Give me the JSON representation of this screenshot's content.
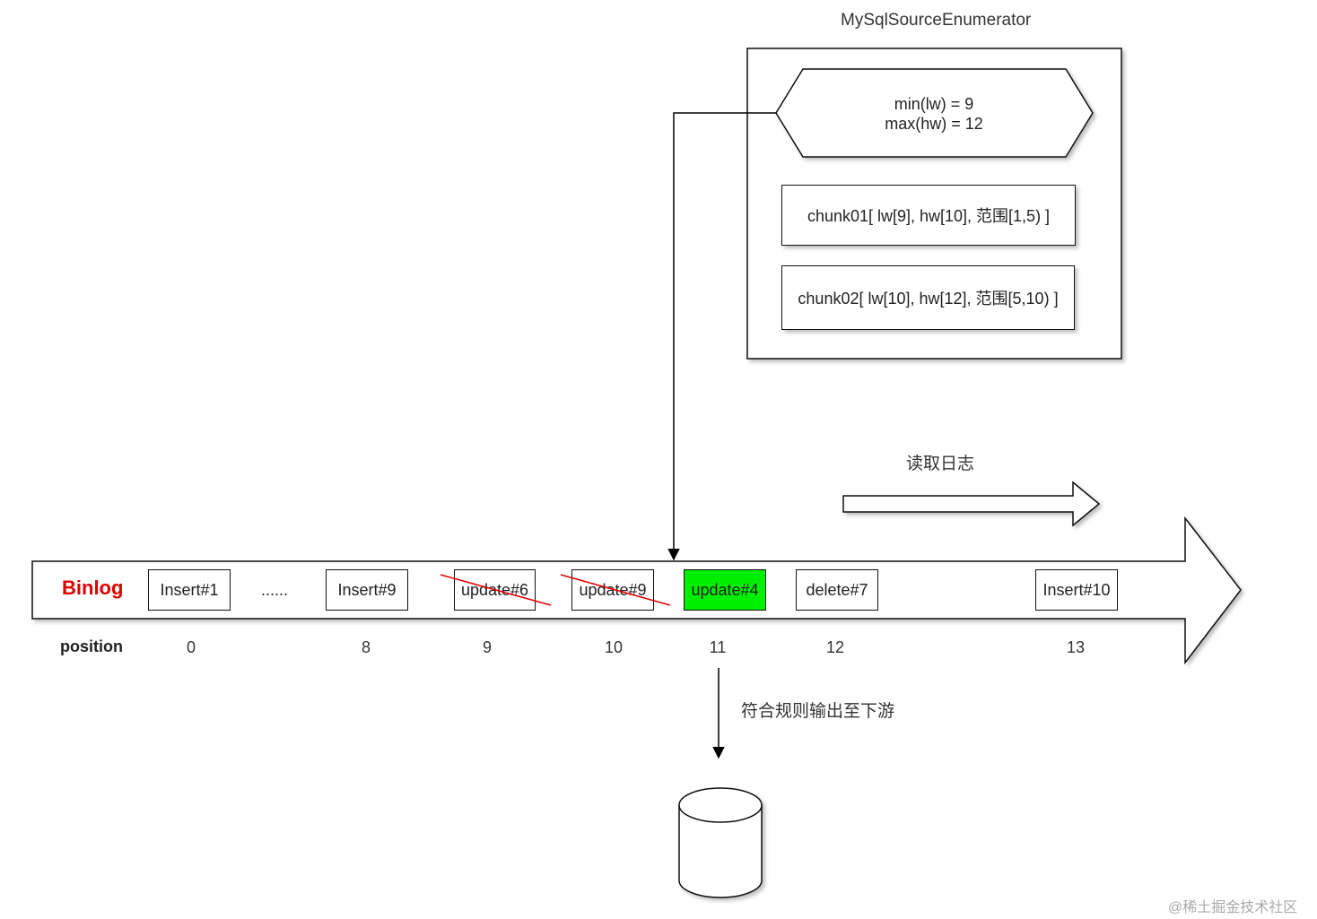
{
  "enumerator": {
    "title": "MySqlSourceEnumerator",
    "hexagon_line1": "min(lw) = 9",
    "hexagon_line2": "max(hw) = 12",
    "chunks": [
      "chunk01[ lw[9], hw[10], 范围[1,5) ]",
      "chunk02[ lw[10], hw[12], 范围[5,10) ]"
    ]
  },
  "read_log_label": "读取日志",
  "binlog": {
    "label": "Binlog",
    "label_color": "#e00000",
    "position_label": "position",
    "events": [
      {
        "text": "Insert#1",
        "position": "0",
        "state": "normal"
      },
      {
        "text": "......",
        "position": "",
        "state": "ellipsis"
      },
      {
        "text": "Insert#9",
        "position": "8",
        "state": "normal"
      },
      {
        "text": "update#6",
        "position": "9",
        "state": "struck"
      },
      {
        "text": "update#9",
        "position": "10",
        "state": "struck"
      },
      {
        "text": "update#4",
        "position": "11",
        "state": "highlight"
      },
      {
        "text": "delete#7",
        "position": "12",
        "state": "normal"
      },
      {
        "text": "Insert#10",
        "position": "13",
        "state": "normal"
      }
    ],
    "highlight_color": "#00ee00",
    "strike_color": "#e00000"
  },
  "downstream_label": "符合规则输出至下游",
  "watermark": "@稀土掘金技术社区",
  "icons": {
    "database": "database-cylinder-icon"
  }
}
